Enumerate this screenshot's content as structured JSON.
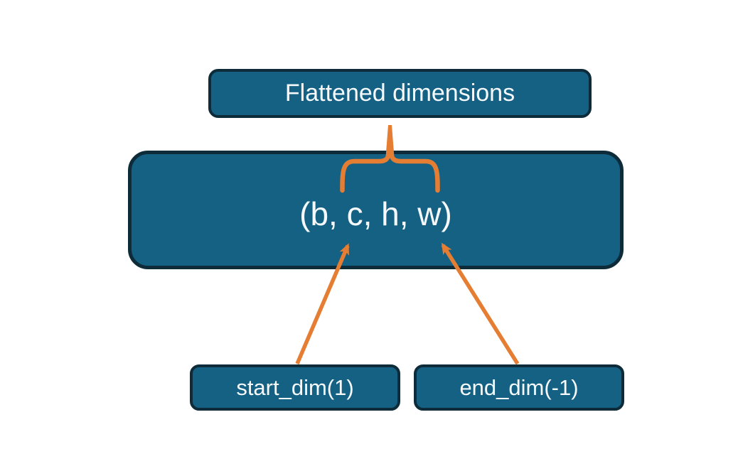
{
  "diagram": {
    "title_box": {
      "label": "Flattened dimensions"
    },
    "tensor_box": {
      "label": "(b, c, h, w)"
    },
    "start_box": {
      "label": "start_dim(1)"
    },
    "end_box": {
      "label": "end_dim(-1)"
    },
    "colors": {
      "box_fill": "#156184",
      "box_border": "#0d2b39",
      "accent_orange": "#e57e33",
      "text_color": "#f5f9fb",
      "background": "#ffffff"
    }
  }
}
